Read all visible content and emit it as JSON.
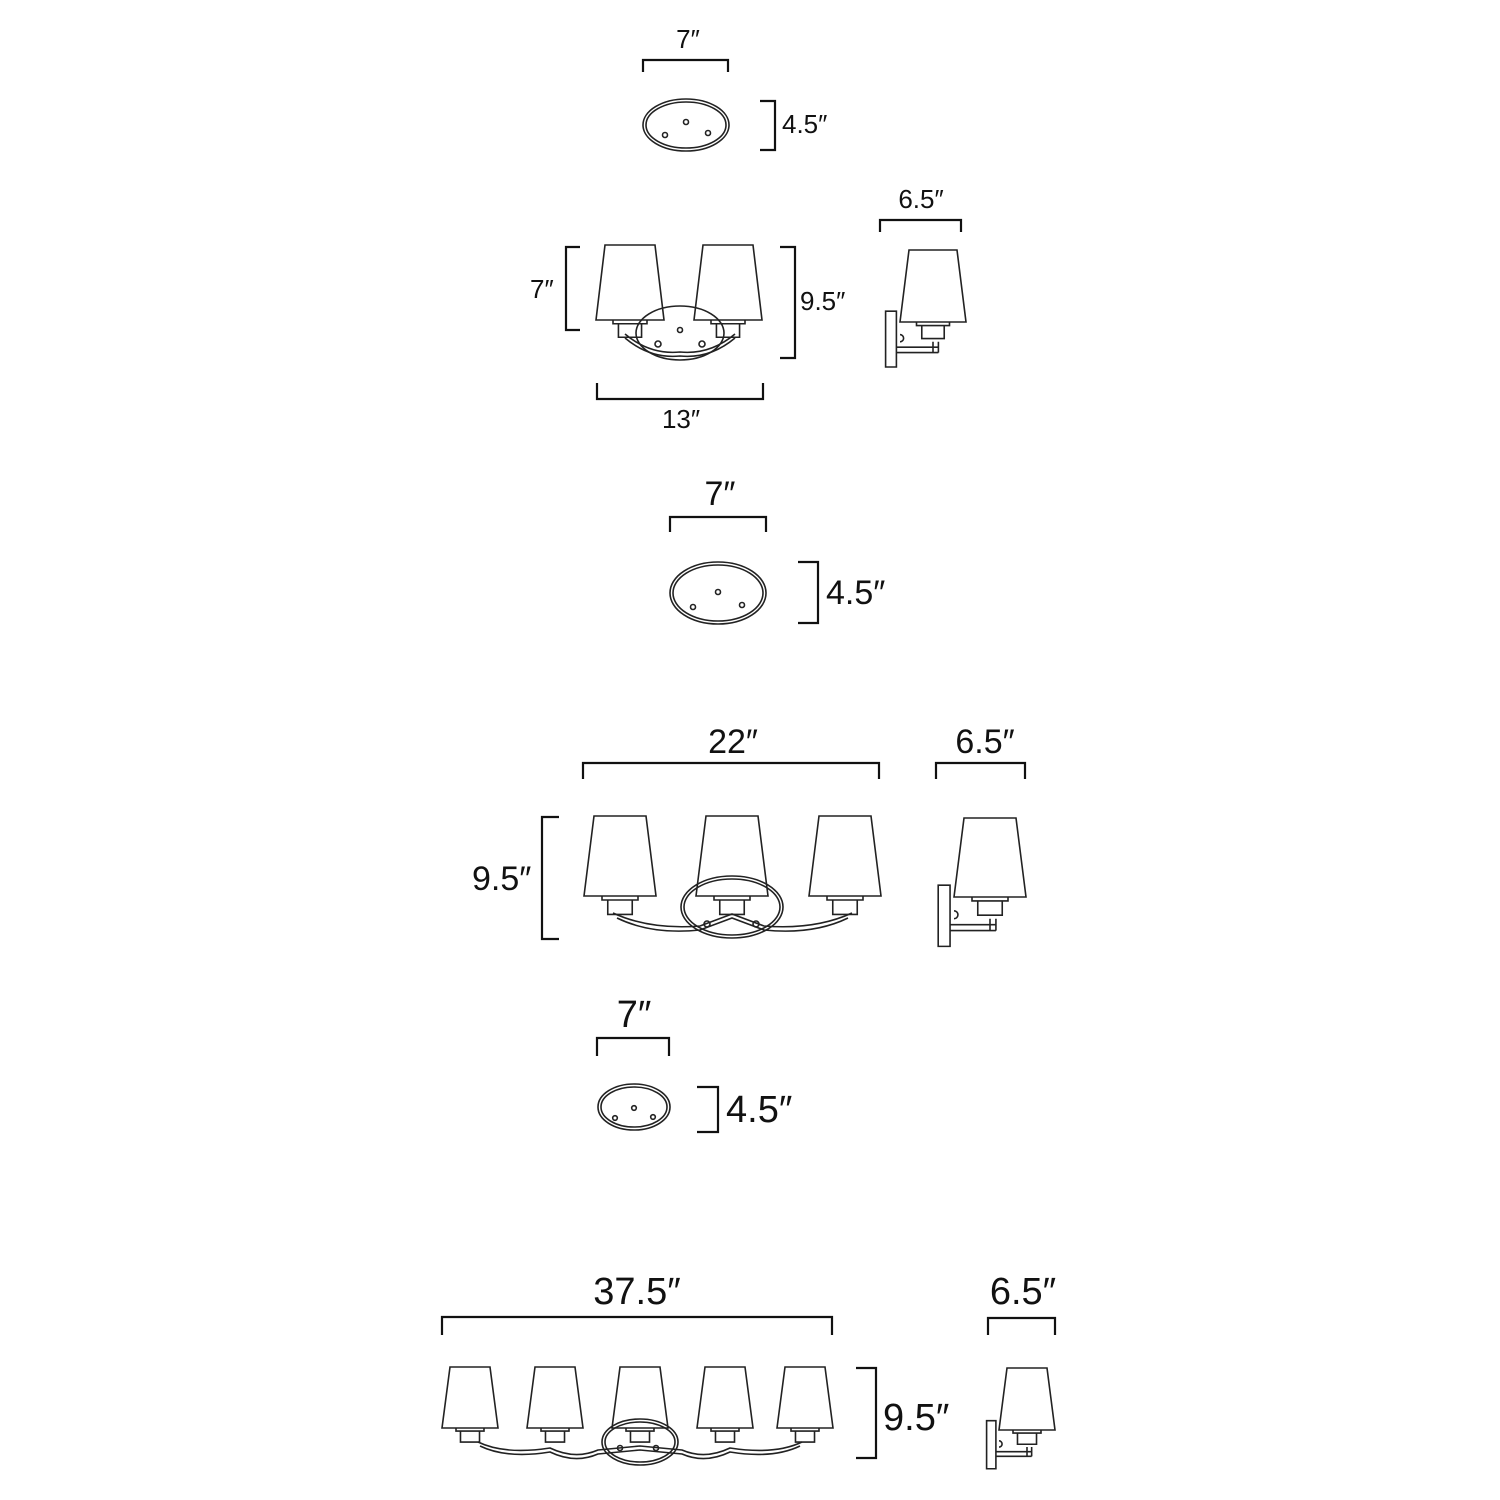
{
  "set1": {
    "canopy_width": "7″",
    "canopy_height": "4.5″",
    "height_left": "7″",
    "height_right": "9.5″",
    "width": "13″",
    "depth": "6.5″"
  },
  "set2": {
    "canopy_width": "7″",
    "canopy_height": "4.5″",
    "width": "22″",
    "depth": "6.5″",
    "height": "9.5″"
  },
  "set3": {
    "canopy_width": "7″",
    "canopy_height": "4.5″",
    "width": "37.5″",
    "depth": "6.5″",
    "height": "9.5″"
  },
  "colors": {
    "line": "#222222",
    "background": "#ffffff"
  }
}
